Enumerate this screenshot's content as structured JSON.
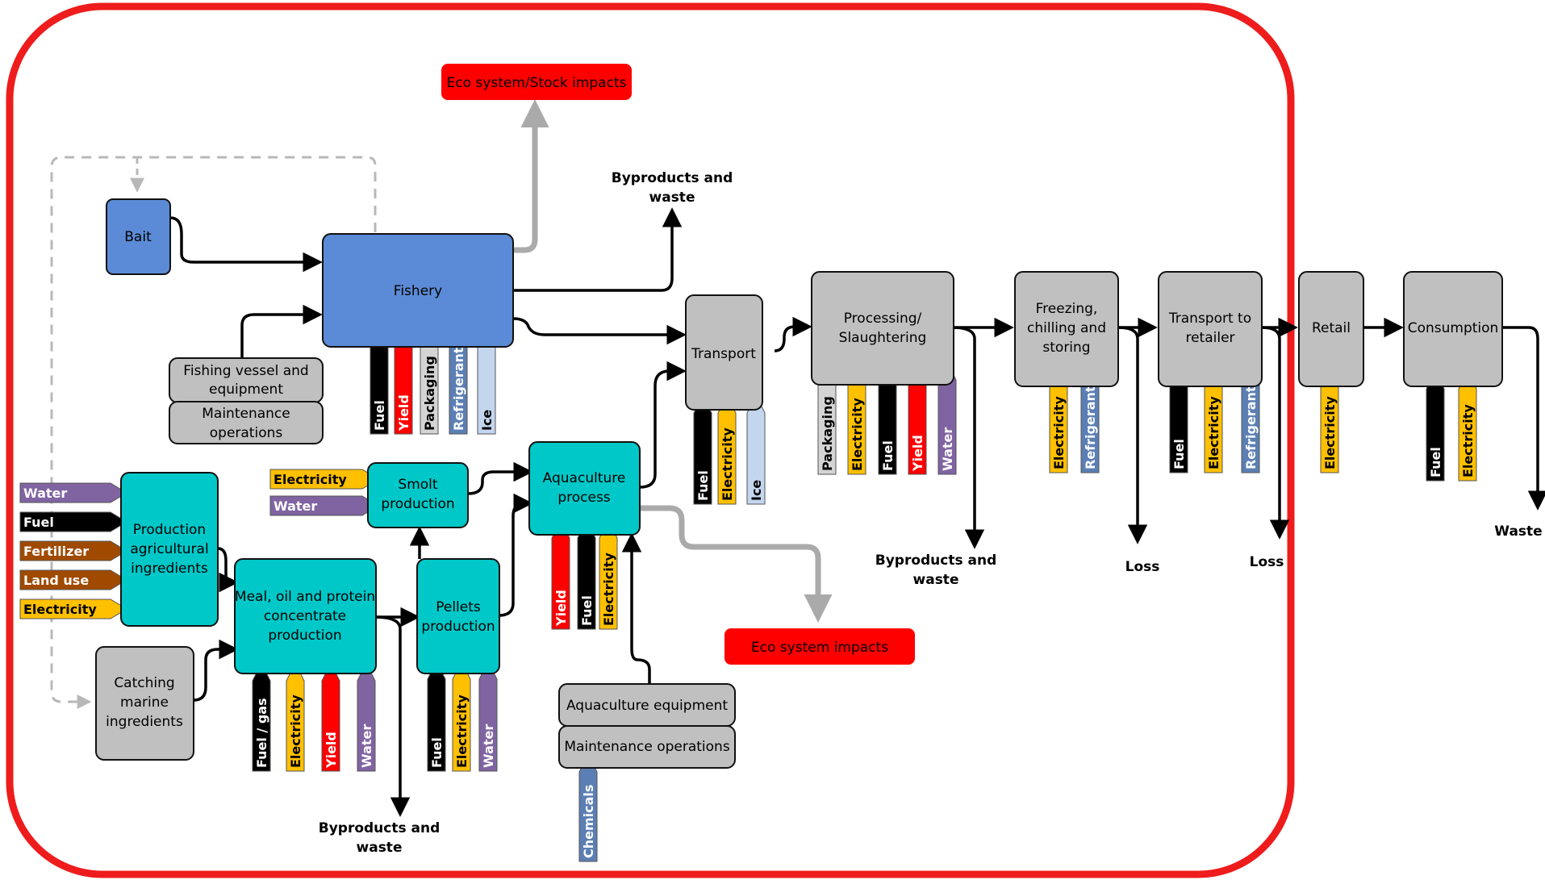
{
  "boxes": {
    "bait": "Bait",
    "fishery": "Fishery",
    "vessel": [
      "Fishing vessel and",
      "equipment"
    ],
    "maintenance": [
      "Maintenance",
      "operations"
    ],
    "transport": "Transport",
    "processing": [
      "Processing/",
      "Slaughtering"
    ],
    "freezing": [
      "Freezing,",
      "chilling and",
      "storing"
    ],
    "transport_retailer": [
      "Transport to",
      "retailer"
    ],
    "retail": "Retail",
    "consumption": "Consumption",
    "production_agri": [
      "Production",
      "agricultural",
      "ingredients"
    ],
    "meal_oil": [
      "Meal, oil and protein",
      "concentrate",
      "production"
    ],
    "catching_marine": [
      "Catching",
      "marine",
      "ingredients"
    ],
    "smolt": [
      "Smolt",
      "production"
    ],
    "pellets": [
      "Pellets",
      "production"
    ],
    "aquaculture": [
      "Aquaculture",
      "process"
    ],
    "aqua_equipment": "Aquaculture equipment",
    "aqua_maintenance": "Maintenance operations"
  },
  "impacts": {
    "eco_stock": "Eco system/Stock impacts",
    "eco": "Eco system impacts"
  },
  "outputs": {
    "byproducts_fishery": [
      "Byproducts and",
      "waste"
    ],
    "byproducts_processing": [
      "Byproducts and",
      "waste"
    ],
    "byproducts_meal": [
      "Byproducts and",
      "waste"
    ],
    "loss_freezing": "Loss",
    "loss_transport": "Loss",
    "waste_consumption": "Waste"
  },
  "inputs": {
    "fishery": [
      "Fuel",
      "Yield",
      "Packaging",
      "Refrigerants",
      "Ice"
    ],
    "transport": [
      "Fuel",
      "Electricity",
      "Ice"
    ],
    "processing": [
      "Packaging",
      "Electricity",
      "Fuel",
      "Yield",
      "Water"
    ],
    "freezing": [
      "Electricity",
      "Refrigerants"
    ],
    "transport_retailer": [
      "Fuel",
      "Electricity",
      "Refrigerants"
    ],
    "retail": [
      "Electricity"
    ],
    "consumption": [
      "Fuel",
      "Electricity"
    ],
    "meal_oil": [
      "Fuel / gas",
      "Electricity",
      "Yield",
      "Water"
    ],
    "pellets": [
      "Fuel",
      "Electricity",
      "Water"
    ],
    "aquaculture": [
      "Yield",
      "Fuel",
      "Electricity"
    ],
    "aqua_maintenance": [
      "Chemicals"
    ],
    "smolt": [
      "Electricity",
      "Water"
    ],
    "production_agri": [
      "Water",
      "Fuel",
      "Fertilizer",
      "Land use",
      "Electricity"
    ]
  },
  "colors": {
    "frame": "#ee1c1c",
    "fishery_blue": "#5b8bd6",
    "aqua_teal": "#00c8c8",
    "process_grey": "#c0c0c0",
    "impact_red": "#ff0000",
    "Fuel": "#000000",
    "Yield": "#ff0000",
    "Packaging": "#d4d4d4",
    "Refrigerants": "#5b7fb4",
    "Ice": "#c4d6ee",
    "Electricity": "#ffc000",
    "Water": "#8064a2",
    "Fuel / gas": "#000000",
    "Chemicals": "#5b7fb4",
    "Fertilizer": "#a04a00",
    "Land use": "#a04a00"
  }
}
